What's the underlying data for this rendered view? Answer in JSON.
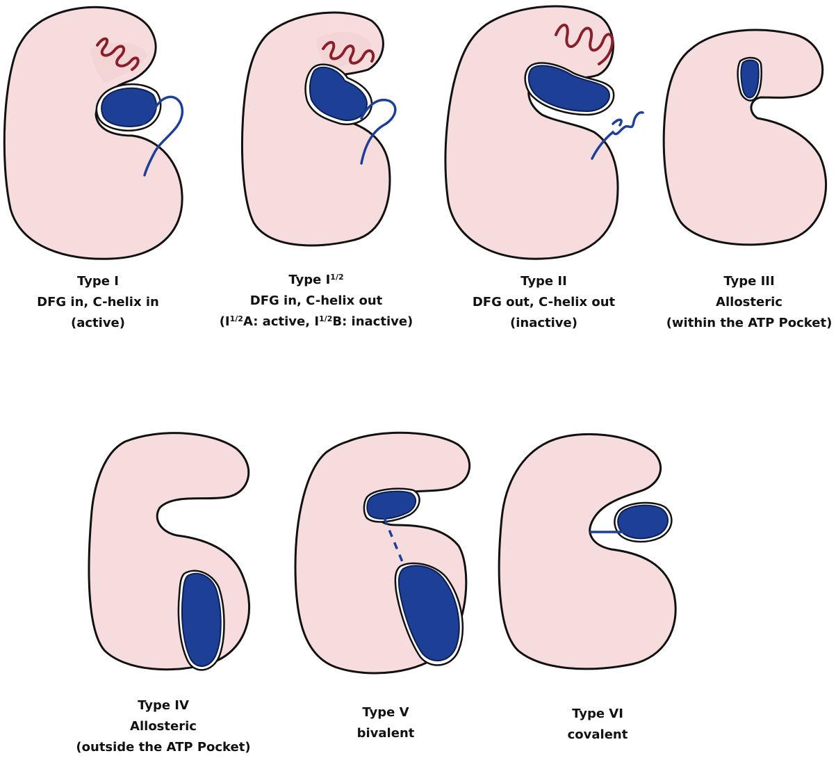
{
  "figure": {
    "panels": [
      {
        "id": "type-1",
        "title": "Type I",
        "line2": "DFG in, C-helix in",
        "line3": "(active)"
      },
      {
        "id": "type-1-half",
        "title_base": "Type I",
        "title_sup": "1/2",
        "line2": "DFG in, C-helix out",
        "line3_parts": [
          "(I",
          "1/2",
          "A: active, I",
          "1/2",
          "B: inactive)"
        ]
      },
      {
        "id": "type-2",
        "title": "Type II",
        "line2": "DFG out, C-helix out",
        "line3": "(inactive)"
      },
      {
        "id": "type-3",
        "title": "Type III",
        "line2": "Allosteric",
        "line3": "(within the ATP Pocket)"
      },
      {
        "id": "type-4",
        "title": "Type IV",
        "line2": "Allosteric",
        "line3": "(outside the ATP Pocket)"
      },
      {
        "id": "type-5",
        "title": "Type V",
        "line2": "bivalent"
      },
      {
        "id": "type-6",
        "title": "Type VI",
        "line2": "covalent"
      }
    ],
    "colors": {
      "kinase_fill": "#f6dcdc",
      "outline": "#111111",
      "inhibitor": "#1d3f96",
      "c_helix": "#8a1f2b"
    }
  }
}
